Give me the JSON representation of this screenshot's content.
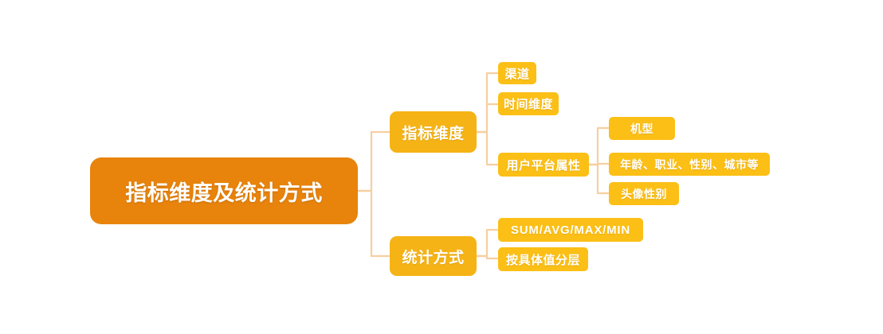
{
  "diagram": {
    "type": "mind-map",
    "background_color": "#ffffff",
    "colors": {
      "root_fill": "#e8840c",
      "branch_fill": "#f5b315",
      "leaf_fill": "#fbbf16",
      "connector": "#f7cfa0",
      "text": "#ffffff"
    },
    "root": {
      "label": "指标维度及统计方式"
    },
    "branches": [
      {
        "label": "指标维度",
        "children": [
          {
            "label": "渠道"
          },
          {
            "label": "时间维度"
          },
          {
            "label": "用户平台属性",
            "children": [
              {
                "label": "机型"
              },
              {
                "label": "年龄、职业、性别、城市等"
              },
              {
                "label": "头像性别"
              }
            ]
          }
        ]
      },
      {
        "label": "统计方式",
        "children": [
          {
            "label": "SUM/AVG/MAX/MIN"
          },
          {
            "label": "按具体值分层"
          }
        ]
      }
    ]
  }
}
